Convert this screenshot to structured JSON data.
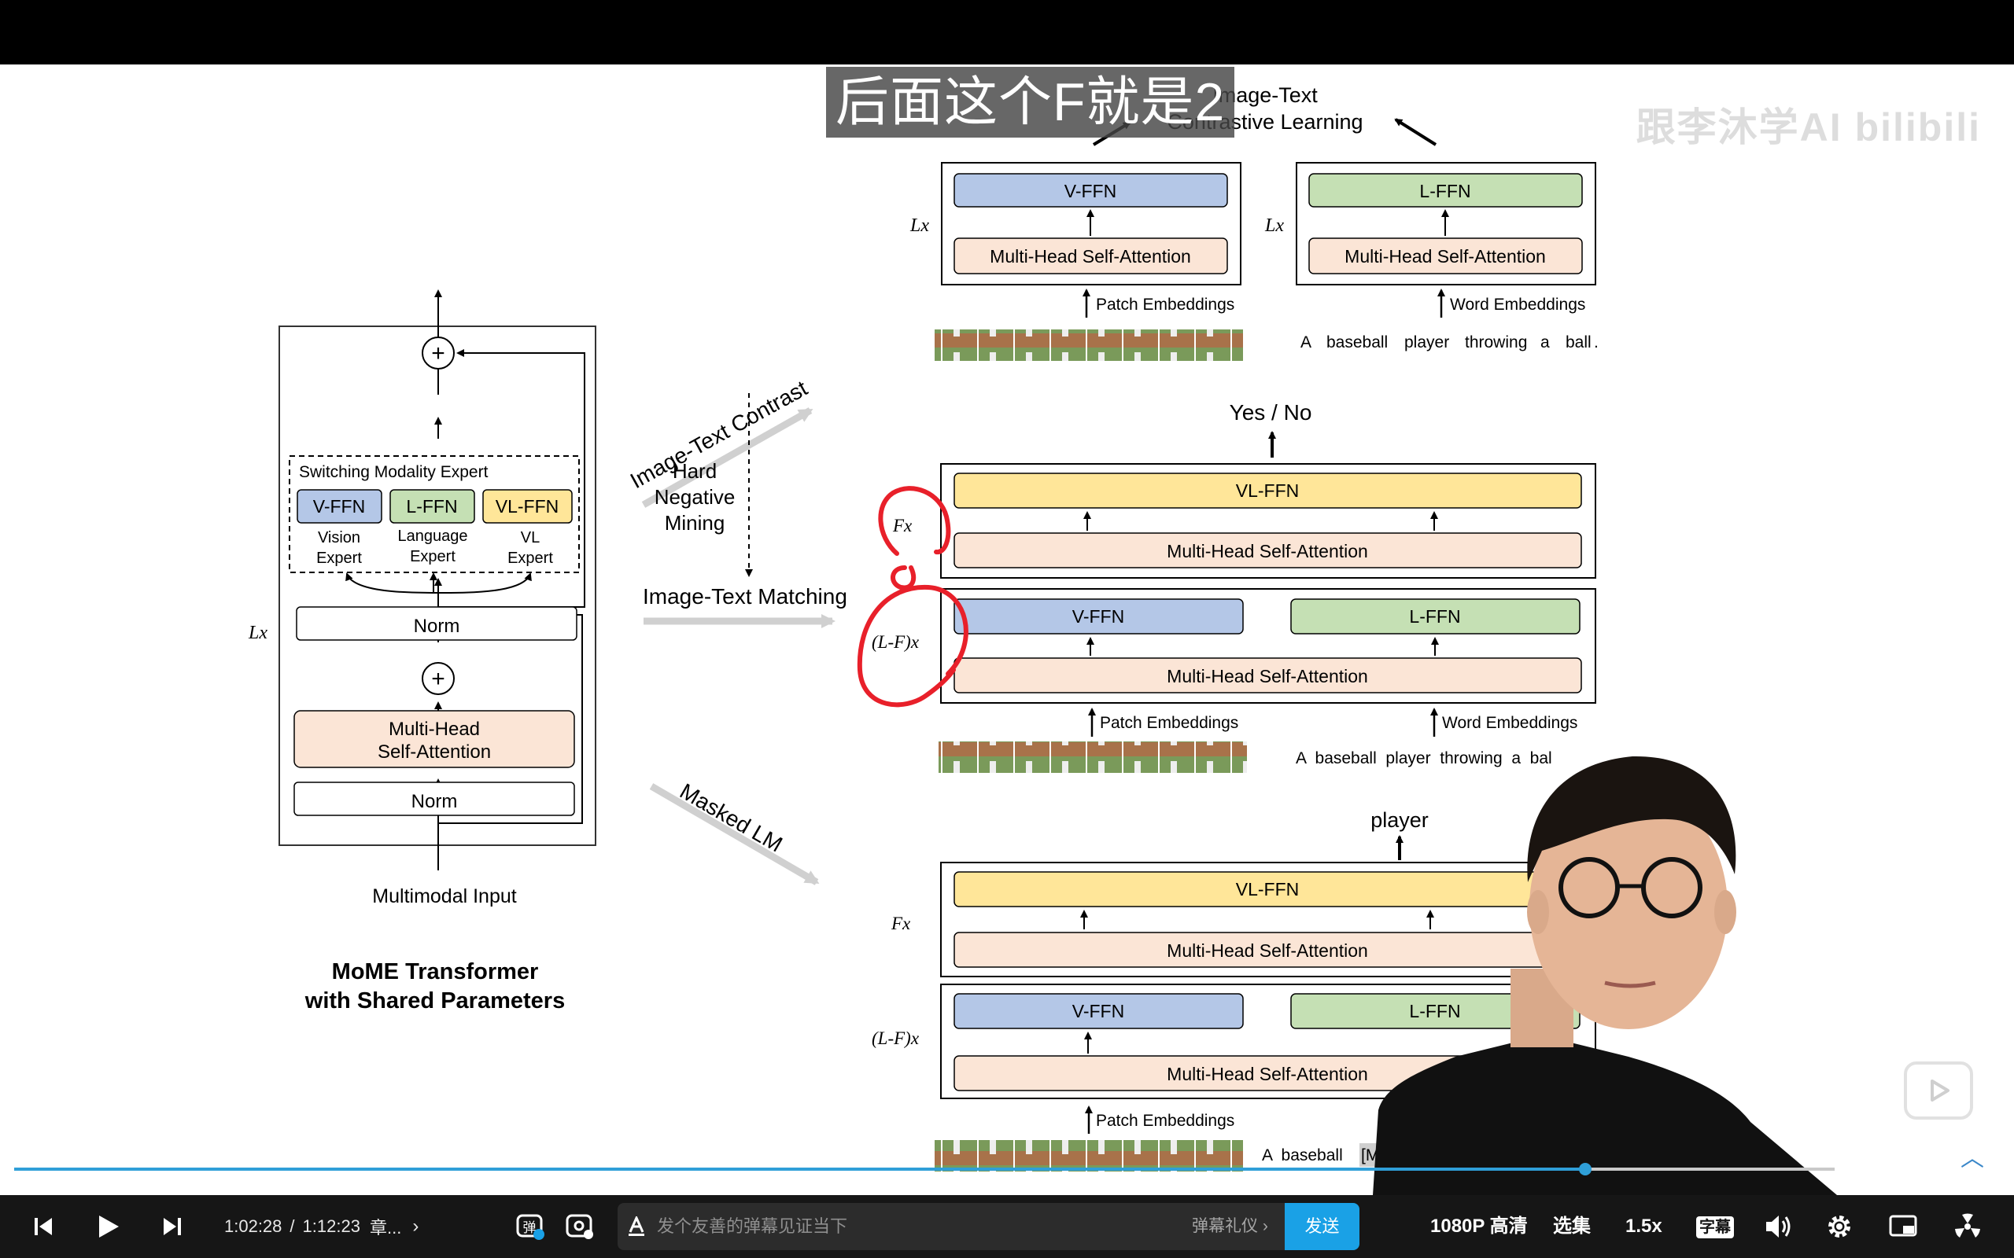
{
  "subtitle": "后面这个F就是2",
  "watermark": "跟李沐学AI  bilibili",
  "figure": {
    "left_title_1": "MoME Transformer",
    "left_title_2": "with Shared Parameters",
    "multimodal_input": "Multimodal Input",
    "switching_label": "Switching Modality Expert",
    "v_ffn": "V-FFN",
    "l_ffn": "L-FFN",
    "vl_ffn": "VL-FFN",
    "vision_expert_1": "Vision",
    "vision_expert_2": "Expert",
    "language_expert_1": "Language",
    "language_expert_2": "Expert",
    "vl_expert_1": "VL",
    "vl_expert_2": "Expert",
    "norm": "Norm",
    "mhsa_1": "Multi-Head",
    "mhsa_2": "Self-Attention",
    "mhsa": "Multi-Head Self-Attention",
    "lx": "Lx",
    "fx": "Fx",
    "lfx": "(L-F)x",
    "plus": "+",
    "itc_arrow": "Image-Text Contrast",
    "hard_1": "Hard",
    "hard_2": "Negative",
    "hard_3": "Mining",
    "itm_arrow": "Image-Text Matching",
    "mlm_arrow": "Masked LM",
    "itc_title_1": "Image-Text",
    "itc_title_2": "Contrastive Learning",
    "patch_embeddings": "Patch Embeddings",
    "word_embeddings": "Word Embeddings",
    "sentence_words": [
      "A",
      "baseball",
      "player",
      "throwing",
      "a",
      "ball",
      "."
    ],
    "sentence_mid": "A  baseball  player  throwing  a  bal",
    "sentence_bottom": "A  baseball",
    "mask_token": "[M",
    "yes_no": "Yes / No",
    "player": "player"
  },
  "controls": {
    "current_time": "1:02:28",
    "separator": "/",
    "total_time": "1:12:23",
    "chapter": "章...",
    "danmaku_placeholder": "发个友善的弹幕见证当下",
    "danmaku_etiquette": "弹幕礼仪 ›",
    "send": "发送",
    "quality": "1080P 高清",
    "episodes": "选集",
    "speed": "1.5x",
    "subtitle_btn": "字幕",
    "danmaku_icon_text": "弹"
  },
  "progress": {
    "played_fraction": 0.863
  },
  "colors": {
    "v_ffn": "#b4c7e7",
    "l_ffn": "#c5e0b4",
    "vl_ffn": "#ffe699",
    "attention": "#fbe5d6",
    "accent": "#1aa1e6",
    "annotation": "#e8202a"
  }
}
